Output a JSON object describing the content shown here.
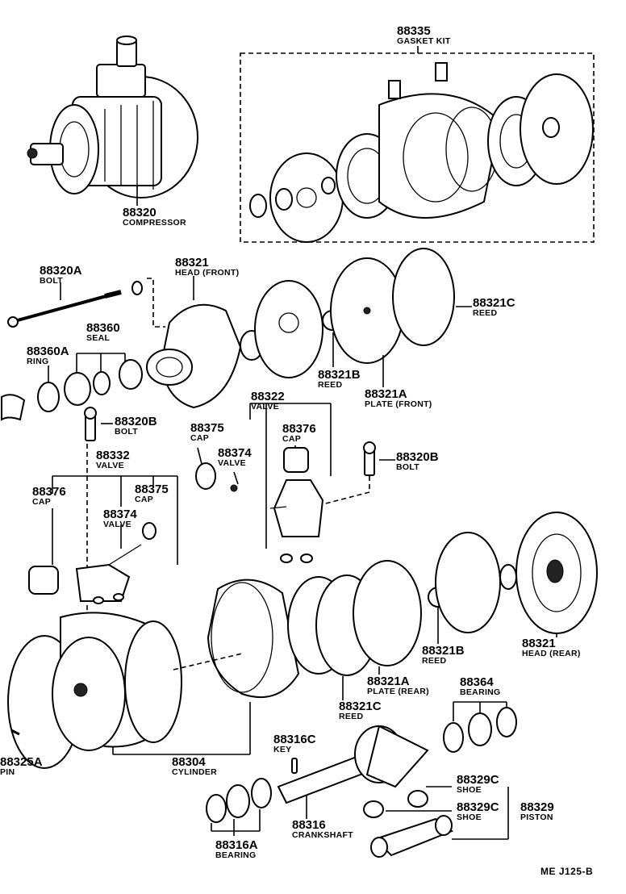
{
  "diagram_code": "ME  J125-B",
  "parts": [
    {
      "key": "p88335",
      "number": "88335",
      "name": "GASKET KIT"
    },
    {
      "key": "p88320",
      "number": "88320",
      "name": "COMPRESSOR"
    },
    {
      "key": "p88320A",
      "number": "88320A",
      "name": "BOLT"
    },
    {
      "key": "p88321_front",
      "number": "88321",
      "name": "HEAD (FRONT)"
    },
    {
      "key": "p88321C_top",
      "number": "88321C",
      "name": "REED"
    },
    {
      "key": "p88360",
      "number": "88360",
      "name": "SEAL"
    },
    {
      "key": "p88360A",
      "number": "88360A",
      "name": "RING"
    },
    {
      "key": "p88321B_top",
      "number": "88321B",
      "name": "REED"
    },
    {
      "key": "p88321A_front",
      "number": "88321A",
      "name": "PLATE (FRONT)"
    },
    {
      "key": "p88322",
      "number": "88322",
      "name": "VALVE"
    },
    {
      "key": "p88320B_left",
      "number": "88320B",
      "name": "BOLT"
    },
    {
      "key": "p88375_mid",
      "number": "88375",
      "name": "CAP"
    },
    {
      "key": "p88376_mid",
      "number": "88376",
      "name": "CAP"
    },
    {
      "key": "p88332",
      "number": "88332",
      "name": "VALVE"
    },
    {
      "key": "p88374_mid",
      "number": "88374",
      "name": "VALVE"
    },
    {
      "key": "p88320B_right",
      "number": "88320B",
      "name": "BOLT"
    },
    {
      "key": "p88376_left",
      "number": "88376",
      "name": "CAP"
    },
    {
      "key": "p88375_left",
      "number": "88375",
      "name": "CAP"
    },
    {
      "key": "p88374_left",
      "number": "88374",
      "name": "VALVE"
    },
    {
      "key": "p88321B_bot",
      "number": "88321B",
      "name": "REED"
    },
    {
      "key": "p88321_rear",
      "number": "88321",
      "name": "HEAD (REAR)"
    },
    {
      "key": "p88321A_rear",
      "number": "88321A",
      "name": "PLATE (REAR)"
    },
    {
      "key": "p88364",
      "number": "88364",
      "name": "BEARING"
    },
    {
      "key": "p88321C_bot",
      "number": "88321C",
      "name": "REED"
    },
    {
      "key": "p88316C",
      "number": "88316C",
      "name": "KEY"
    },
    {
      "key": "p88325A",
      "number": "88325A",
      "name": "PIN"
    },
    {
      "key": "p88304",
      "number": "88304",
      "name": "CYLINDER"
    },
    {
      "key": "p88329C_a",
      "number": "88329C",
      "name": "SHOE"
    },
    {
      "key": "p88329C_b",
      "number": "88329C",
      "name": "SHOE"
    },
    {
      "key": "p88329",
      "number": "88329",
      "name": "PISTON"
    },
    {
      "key": "p88316",
      "number": "88316",
      "name": "CRANKSHAFT"
    },
    {
      "key": "p88316A",
      "number": "88316A",
      "name": "BEARING"
    }
  ]
}
